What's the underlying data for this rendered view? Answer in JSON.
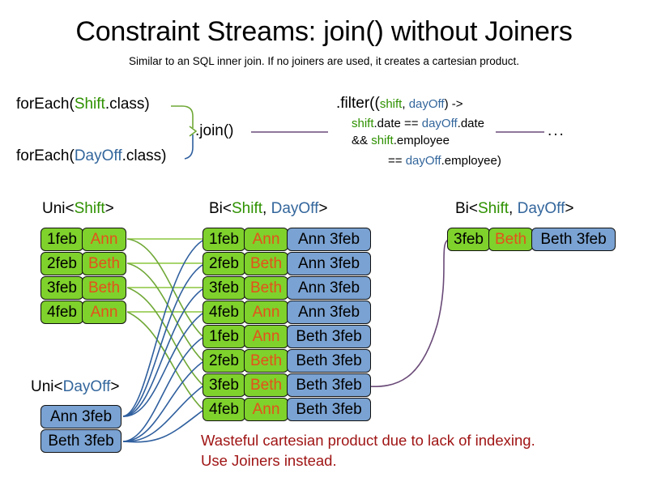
{
  "header": {
    "title": "Constraint Streams: join() without Joiners",
    "subtitle": "Similar to an SQL inner join. If no joiners are used, it creates a cartesian product."
  },
  "code": {
    "foreach_shift": {
      "prefix": "forEach(",
      "type": "Shift",
      "suffix": ".class)"
    },
    "foreach_dayoff": {
      "prefix": "forEach(",
      "type": "DayOff",
      "suffix": ".class)"
    },
    "join_label": ".join()",
    "ellipsis": "...",
    "filter": {
      "line1_a": ".filter((",
      "line1_shift": "shift",
      "line1_comma": ", ",
      "line1_dayoff": "dayOff",
      "line1_b": ") ->",
      "line2_shift": "shift",
      "line2_a": ".date == ",
      "line2_dayoff": "dayOff",
      "line2_b": ".date",
      "line3_a": "&& ",
      "line3_shift": "shift",
      "line3_b": ".employee",
      "line4_a": "== ",
      "line4_dayoff": "dayOff",
      "line4_b": ".employee)"
    }
  },
  "streams": {
    "uni_shift": {
      "caption": {
        "prefix": "Uni<",
        "type": "Shift",
        "suffix": ">"
      },
      "rows": [
        {
          "date": "1feb",
          "employee": "Ann"
        },
        {
          "date": "2feb",
          "employee": "Beth"
        },
        {
          "date": "3feb",
          "employee": "Beth"
        },
        {
          "date": "4feb",
          "employee": "Ann"
        }
      ]
    },
    "uni_dayoff": {
      "caption": {
        "prefix": "Uni<",
        "type": "DayOff",
        "suffix": ">"
      },
      "rows": [
        {
          "dayoff": "Ann 3feb"
        },
        {
          "dayoff": "Beth 3feb"
        }
      ]
    },
    "bi_cartesian": {
      "caption": {
        "prefix": "Bi<",
        "type1": "Shift",
        "comma": ", ",
        "type2": "DayOff",
        "suffix": ">"
      },
      "rows": [
        {
          "date": "1feb",
          "employee": "Ann",
          "dayoff": "Ann 3feb"
        },
        {
          "date": "2feb",
          "employee": "Beth",
          "dayoff": "Ann 3feb"
        },
        {
          "date": "3feb",
          "employee": "Beth",
          "dayoff": "Ann 3feb"
        },
        {
          "date": "4feb",
          "employee": "Ann",
          "dayoff": "Ann 3feb"
        },
        {
          "date": "1feb",
          "employee": "Ann",
          "dayoff": "Beth 3feb"
        },
        {
          "date": "2feb",
          "employee": "Beth",
          "dayoff": "Beth 3feb"
        },
        {
          "date": "3feb",
          "employee": "Beth",
          "dayoff": "Beth 3feb"
        },
        {
          "date": "4feb",
          "employee": "Ann",
          "dayoff": "Beth 3feb"
        }
      ]
    },
    "bi_filtered": {
      "caption": {
        "prefix": "Bi<",
        "type1": "Shift",
        "comma": ", ",
        "type2": "DayOff",
        "suffix": ">"
      },
      "rows": [
        {
          "date": "3feb",
          "employee": "Beth",
          "dayoff": "Beth 3feb"
        }
      ]
    }
  },
  "warning": {
    "line1": "Wasteful cartesian product due to lack of indexing.",
    "line2": "Use Joiners instead."
  },
  "colors": {
    "shift_green": "#7fd12c",
    "dayoff_blue": "#7aa2d2",
    "employee_orange": "#e4511b",
    "shift_text_green": "#2e9100",
    "dayoff_text_blue": "#33669c",
    "warning_red": "#a01515",
    "wire_green": "#6fa836",
    "wire_blue": "#2f5f9e",
    "wire_purple": "#6a4a78"
  }
}
